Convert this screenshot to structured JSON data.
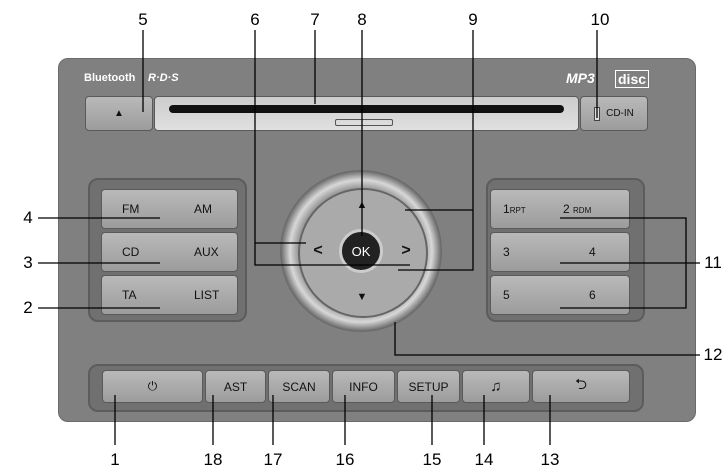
{
  "logos": {
    "bluetooth": "Bluetooth",
    "rds": "R·D·S",
    "mp3": "MP3",
    "disc": "disc"
  },
  "top": {
    "eject_icon": "▲",
    "cd_in": "CD-IN"
  },
  "left_buttons": [
    {
      "a": "FM",
      "b": "AM"
    },
    {
      "a": "CD",
      "b": "AUX"
    },
    {
      "a": "TA",
      "b": "LIST"
    }
  ],
  "right_buttons": [
    {
      "a": "1",
      "a_sub": "RPT",
      "b": "2",
      "b_sub": "RDM"
    },
    {
      "a": "3",
      "b": "4"
    },
    {
      "a": "5",
      "b": "6"
    }
  ],
  "knob": {
    "ok": "OK",
    "up": "▲",
    "down": "▼",
    "left": "<",
    "right": ">"
  },
  "bottom_buttons": [
    "⏻",
    "AST",
    "SCAN",
    "INFO",
    "SETUP",
    "♫",
    "⮌"
  ],
  "callouts": {
    "c1": "1",
    "c2": "2",
    "c3": "3",
    "c4": "4",
    "c5": "5",
    "c6": "6",
    "c7": "7",
    "c8": "8",
    "c9": "9",
    "c10": "10",
    "c11": "11",
    "c12": "12",
    "c13": "13",
    "c14": "14",
    "c15": "15",
    "c16": "16",
    "c17": "17",
    "c18": "18"
  },
  "colors": {
    "panel": "#808080",
    "button": "#b0b0b0"
  }
}
